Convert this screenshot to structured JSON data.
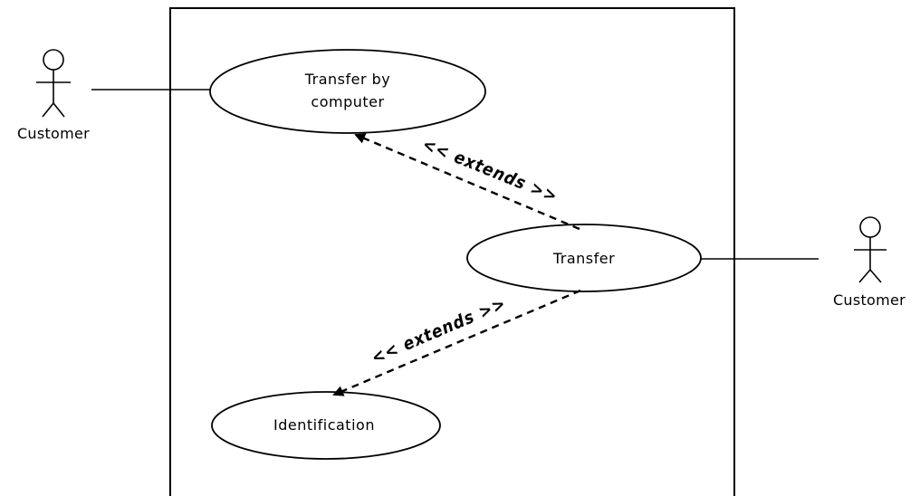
{
  "actors": [
    {
      "label": "Customer"
    },
    {
      "label": "Customer"
    }
  ],
  "use_cases": {
    "transfer_by_computer": {
      "line1": "Transfer by",
      "line2": "computer"
    },
    "transfer": {
      "label": "Transfer"
    },
    "identification": {
      "label": "Identification"
    }
  },
  "relationships": [
    {
      "label": "<< extends >>"
    },
    {
      "label": "<< extends >>"
    }
  ]
}
